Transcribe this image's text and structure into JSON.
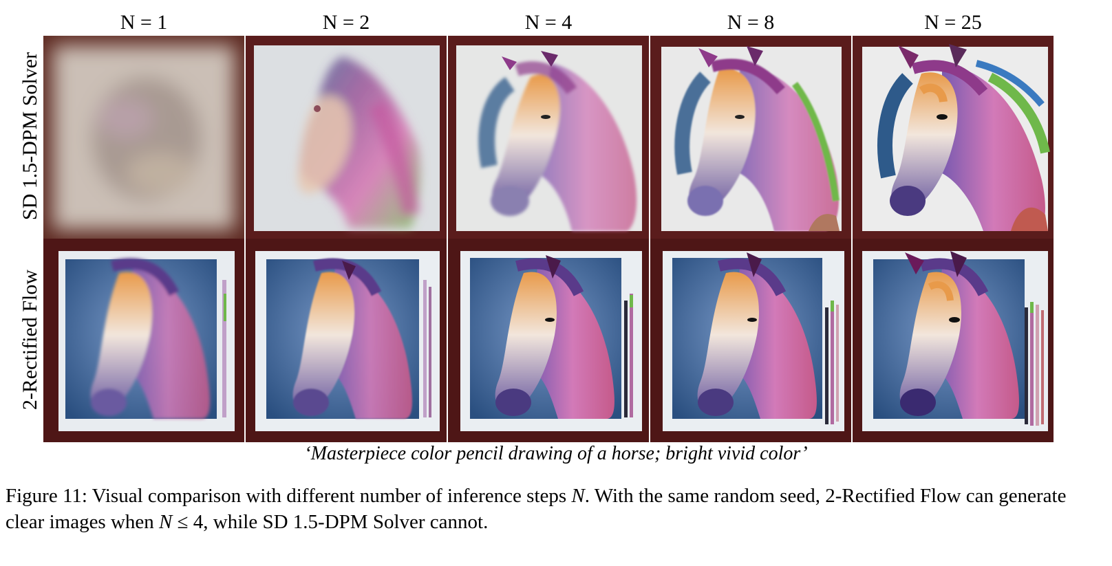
{
  "figure": {
    "columns": [
      {
        "label": "N = 1"
      },
      {
        "label": "N = 2"
      },
      {
        "label": "N = 4"
      },
      {
        "label": "N = 8"
      },
      {
        "label": "N = 25"
      }
    ],
    "rows": [
      {
        "label": "SD 1.5-DPM Solver"
      },
      {
        "label": "2-Rectified Flow"
      }
    ],
    "prompt": "‘Masterpiece color pencil drawing of a horse; bright vivid color’",
    "caption": {
      "prefix": "Figure 11: Visual comparison with different number of inference steps ",
      "var1": "N",
      "middle1": ". With the same random seed, 2-Rectified Flow can generate clear images when ",
      "var2": "N",
      "middle2": " ≤ 4, while SD 1.5-DPM Solver cannot."
    }
  }
}
